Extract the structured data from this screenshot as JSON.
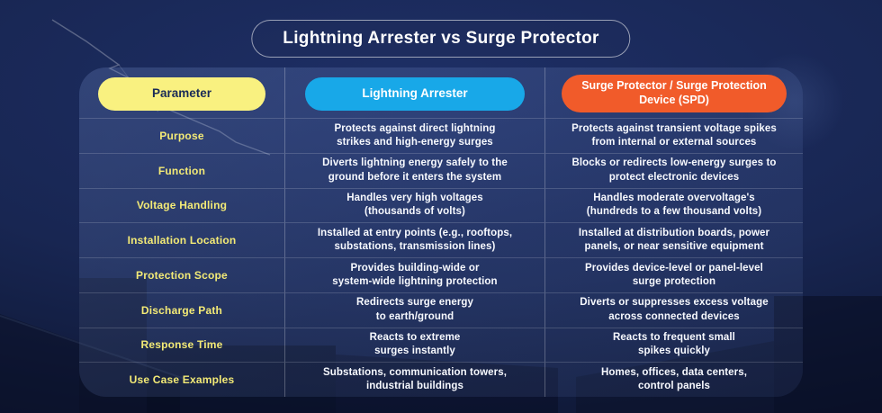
{
  "title": "Lightning Arrester vs Surge Protector",
  "colors": {
    "background_navy": "#182652",
    "parameter_pill_yellow": "#f9f180",
    "arrester_pill_blue": "#18a8e8",
    "spd_pill_orange": "#f15b2a",
    "parameter_text_yellow": "#f3ea76",
    "body_text_white": "#f7f9fe"
  },
  "table": {
    "headers": {
      "parameter": "Parameter",
      "arrester": "Lightning Arrester",
      "spd": "Surge Protector / Surge Protection\nDevice (SPD)"
    },
    "rows": [
      {
        "parameter": "Purpose",
        "arrester": "Protects against direct lightning\nstrikes and high-energy surges",
        "spd": "Protects against transient voltage spikes\nfrom internal or external sources"
      },
      {
        "parameter": "Function",
        "arrester": "Diverts lightning energy safely to the\nground before it enters the system",
        "spd": "Blocks or redirects low-energy surges to\nprotect electronic devices"
      },
      {
        "parameter": "Voltage Handling",
        "arrester": "Handles very high voltages\n(thousands of volts)",
        "spd": "Handles moderate overvoltage's\n(hundreds to a few thousand volts)"
      },
      {
        "parameter": "Installation Location",
        "arrester": "Installed at entry points (e.g., rooftops,\nsubstations, transmission lines)",
        "spd": "Installed at distribution boards, power\npanels, or near sensitive equipment"
      },
      {
        "parameter": "Protection Scope",
        "arrester": "Provides building-wide or\nsystem-wide lightning protection",
        "spd": "Provides device-level or panel-level\nsurge protection"
      },
      {
        "parameter": "Discharge Path",
        "arrester": "Redirects surge energy\nto earth/ground",
        "spd": "Diverts or suppresses excess voltage\nacross connected devices"
      },
      {
        "parameter": "Response Time",
        "arrester": "Reacts to extreme\nsurges instantly",
        "spd": "Reacts to frequent small\nspikes quickly"
      },
      {
        "parameter": "Use Case Examples",
        "arrester": "Substations, communication towers,\nindustrial buildings",
        "spd": "Homes, offices, data centers,\ncontrol panels"
      }
    ]
  }
}
